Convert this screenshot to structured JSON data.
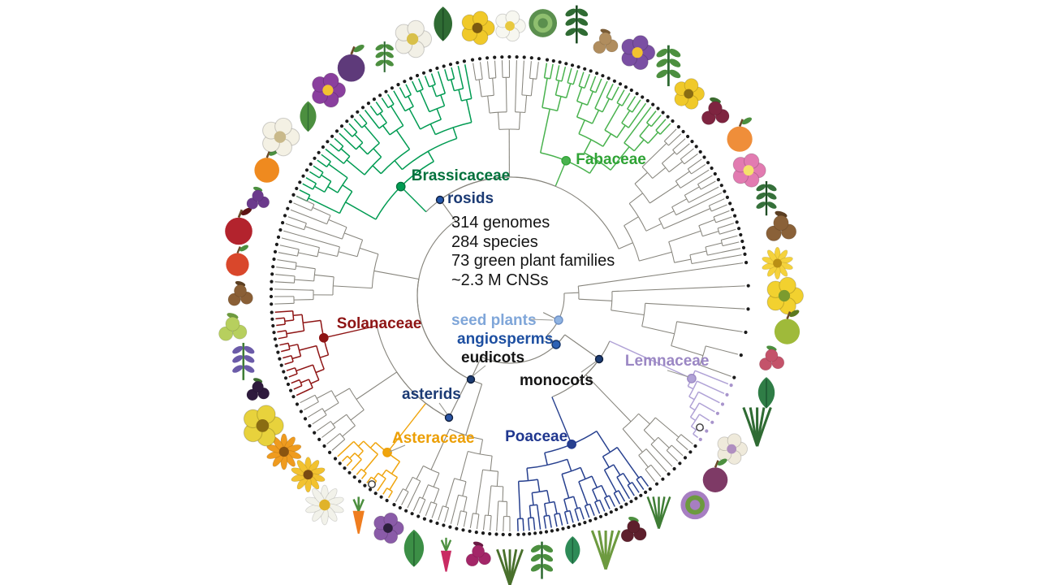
{
  "stats": {
    "lines": [
      "314 genomes",
      "284 species",
      "73 green plant families",
      "~2.3 M CNSs"
    ]
  },
  "internal_nodes": [
    {
      "id": "rosids",
      "label": "rosids",
      "label_color": "#1b3a74",
      "dot_color": "#2456a8",
      "dot_stroke": "#101f3f"
    },
    {
      "id": "seed-plants",
      "label": "seed plants",
      "label_color": "#7fa6d9",
      "dot_color": "#8fb3e2",
      "dot_stroke": "#6d8fc4"
    },
    {
      "id": "angiosperms",
      "label": "angiosperms",
      "label_color": "#1d4fa1",
      "dot_color": "#2d62b5",
      "dot_stroke": "#14356b"
    },
    {
      "id": "eudicots",
      "label": "eudicots",
      "label_color": "#151515",
      "dot_color": "#1d3c72",
      "dot_stroke": "#0d1d3d"
    },
    {
      "id": "monocots",
      "label": "monocots",
      "label_color": "#151515",
      "dot_color": "#1d3c72",
      "dot_stroke": "#0d1d3d"
    },
    {
      "id": "asterids",
      "label": "asterids",
      "label_color": "#1b3a74",
      "dot_color": "#2a55a5",
      "dot_stroke": "#101f3f"
    }
  ],
  "clades": [
    {
      "id": "brassicaceae",
      "label": "Brassicaceae",
      "color": "#009b52",
      "label_color": "#00713c"
    },
    {
      "id": "fabaceae",
      "label": "Fabaceae",
      "color": "#49b24e",
      "label_color": "#2fa335"
    },
    {
      "id": "solanaceae",
      "label": "Solanaceae",
      "color": "#8e1414",
      "label_color": "#8e1414"
    },
    {
      "id": "asteraceae",
      "label": "Asteraceae",
      "color": "#f0a50e",
      "label_color": "#ec9f05"
    },
    {
      "id": "poaceae",
      "label": "Poaceae",
      "color": "#27408f",
      "label_color": "#20378f"
    },
    {
      "id": "lemnaceae",
      "label": "Lemnaceae",
      "color": "#b0a2d6",
      "label_color": "#9b87c4",
      "tip_dot_color": "#a894cc"
    }
  ],
  "tree": {
    "branch_color": "#87857d",
    "tip_dot_color": "#1b1b1b"
  },
  "decorative_ring": {
    "description": "ring of small plant illustrations surrounding the tree",
    "plants": [
      {
        "kind": "flower",
        "color": "#f7f7f0",
        "accent": "#e8c93f"
      },
      {
        "kind": "rosette",
        "color": "#5b8f4e",
        "accent": "#8fbf6f"
      },
      {
        "kind": "sprig",
        "color": "#2f6b33",
        "accent": "#1e4d24"
      },
      {
        "kind": "berries",
        "color": "#b08d5e",
        "accent": "#7a5c36"
      },
      {
        "kind": "flower",
        "color": "#7a4fa3",
        "accent": "#f2c230"
      },
      {
        "kind": "sprig",
        "color": "#4c8f3f",
        "accent": "#2f6b33"
      },
      {
        "kind": "flower",
        "color": "#f0c929",
        "accent": "#8a6d12"
      },
      {
        "kind": "berries",
        "color": "#7e2440",
        "accent": "#3c6b2f"
      },
      {
        "kind": "fruit",
        "color": "#ef8e3a",
        "accent": "#4c8f3f"
      },
      {
        "kind": "flower",
        "color": "#e27bb1",
        "accent": "#f5e26b"
      },
      {
        "kind": "sprig",
        "color": "#35703a",
        "accent": "#1e4d24"
      },
      {
        "kind": "berries",
        "color": "#8a6138",
        "accent": "#5c3f22"
      },
      {
        "kind": "daisy",
        "color": "#f5d23c",
        "accent": "#b98f14"
      },
      {
        "kind": "flower",
        "color": "#f2d12f",
        "accent": "#7c9b2e"
      },
      {
        "kind": "fruit",
        "color": "#9fba3a",
        "accent": "#5d7a1e"
      },
      {
        "kind": "berries",
        "color": "#c4536a",
        "accent": "#4c8f3f"
      },
      {
        "kind": "leaf",
        "color": "#2f7d46",
        "accent": "#1b5530"
      },
      {
        "kind": "grass",
        "color": "#2f6b33",
        "accent": "#2f6b33"
      },
      {
        "kind": "flower",
        "color": "#efeadb",
        "accent": "#b08fc0"
      },
      {
        "kind": "fruit",
        "color": "#7e3a66",
        "accent": "#4c8f3f"
      },
      {
        "kind": "rosette",
        "color": "#a77ec2",
        "accent": "#6d9a3f"
      },
      {
        "kind": "grass",
        "color": "#3f7d35",
        "accent": "#3f7d35"
      },
      {
        "kind": "berries",
        "color": "#5e1f2c",
        "accent": "#4c8f3f"
      },
      {
        "kind": "grass",
        "color": "#6d9a3f",
        "accent": "#6d9a3f"
      },
      {
        "kind": "leaf",
        "color": "#2e8b57",
        "accent": "#1c5e3a"
      },
      {
        "kind": "sprig",
        "color": "#4c8f3f",
        "accent": "#2f6b33"
      },
      {
        "kind": "grass",
        "color": "#49702c",
        "accent": "#49702c"
      },
      {
        "kind": "berries",
        "color": "#a32668",
        "accent": "#6b1a44"
      },
      {
        "kind": "root",
        "color": "#c92b63",
        "accent": "#4c8f3f"
      },
      {
        "kind": "leaf",
        "color": "#3c8f46",
        "accent": "#266632"
      },
      {
        "kind": "flower",
        "color": "#8a5ba8",
        "accent": "#2d1f3d"
      },
      {
        "kind": "root",
        "color": "#ef7d1f",
        "accent": "#4c8f3f"
      },
      {
        "kind": "daisy",
        "color": "#f2f2ea",
        "accent": "#e0b32a"
      },
      {
        "kind": "daisy",
        "color": "#f2c230",
        "accent": "#7a4a12"
      },
      {
        "kind": "daisy",
        "color": "#ef9b1f",
        "accent": "#8a5410"
      },
      {
        "kind": "flower",
        "color": "#e8d23c",
        "accent": "#8a6d12"
      },
      {
        "kind": "berries",
        "color": "#2e1a3d",
        "accent": "#3c6b2f"
      },
      {
        "kind": "sprig",
        "color": "#6b5ba8",
        "accent": "#3f7d35"
      },
      {
        "kind": "berries",
        "color": "#b7cf5e",
        "accent": "#6d9a3f"
      },
      {
        "kind": "berries",
        "color": "#8a5f36",
        "accent": "#5c3f22"
      },
      {
        "kind": "fruit",
        "color": "#d9472b",
        "accent": "#4c8f3f"
      },
      {
        "kind": "fruit",
        "color": "#b3232d",
        "accent": "#5e1414"
      },
      {
        "kind": "berries",
        "color": "#6b3a8c",
        "accent": "#4c8f3f"
      },
      {
        "kind": "fruit",
        "color": "#ef8a1f",
        "accent": "#4c8f3f"
      },
      {
        "kind": "flower",
        "color": "#f4f1e4",
        "accent": "#c9b98a"
      },
      {
        "kind": "leaf",
        "color": "#4c8f3f",
        "accent": "#2f6b33"
      },
      {
        "kind": "flower",
        "color": "#8a3f9e",
        "accent": "#f2c230"
      },
      {
        "kind": "fruit",
        "color": "#5e3a7a",
        "accent": "#4c8f3f"
      },
      {
        "kind": "sprig",
        "color": "#4c8f3f",
        "accent": "#2f6b33"
      },
      {
        "kind": "flower",
        "color": "#f2f0e6",
        "accent": "#d8c04a"
      },
      {
        "kind": "leaf",
        "color": "#2f6b33",
        "accent": "#1e4d24"
      },
      {
        "kind": "flower",
        "color": "#f0c929",
        "accent": "#7c5a10"
      }
    ]
  }
}
